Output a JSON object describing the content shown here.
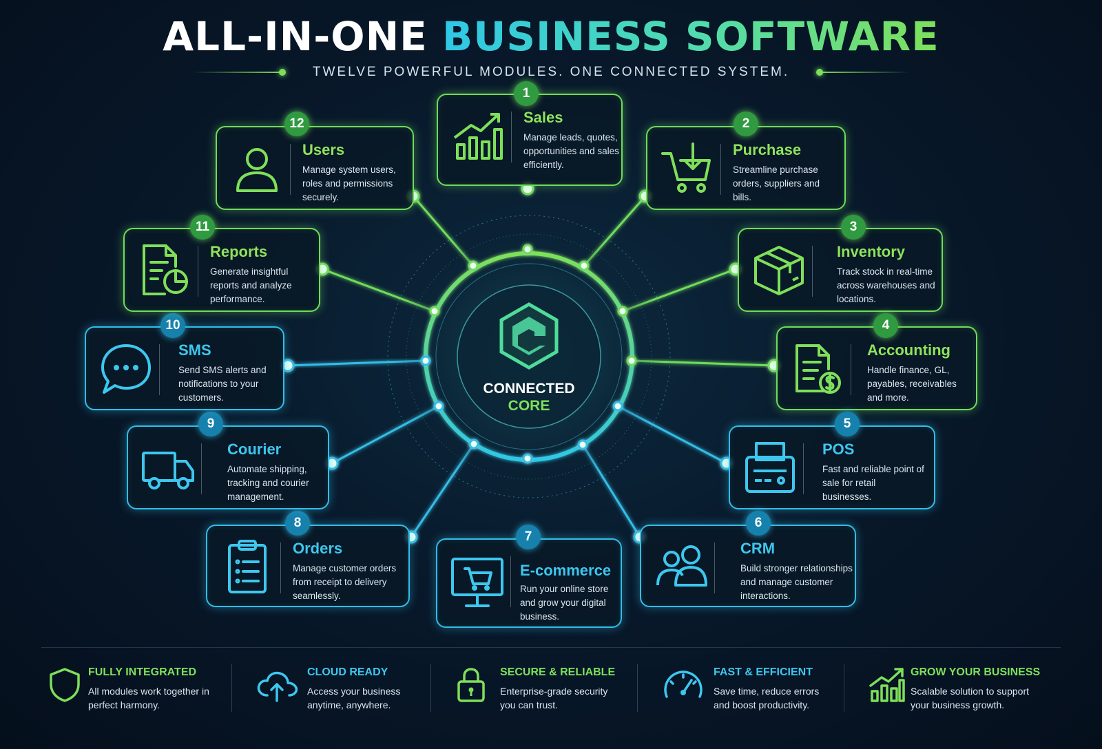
{
  "header": {
    "title_white": "ALL-IN-ONE",
    "title_gradient": "BUSINESS SOFTWARE",
    "subtitle": "TWELVE POWERFUL MODULES. ONE CONNECTED SYSTEM."
  },
  "core": {
    "line1": "CONNECTED",
    "line2": "CORE"
  },
  "modules": [
    {
      "num": "1",
      "name": "Sales",
      "desc": "Manage leads, quotes, opportunities and sales efficiently.",
      "icon": "chart-growth-icon",
      "color": "green"
    },
    {
      "num": "2",
      "name": "Purchase",
      "desc": "Streamline purchase orders, suppliers and bills.",
      "icon": "cart-download-icon",
      "color": "green"
    },
    {
      "num": "3",
      "name": "Inventory",
      "desc": "Track stock in real-time across warehouses and locations.",
      "icon": "box-icon",
      "color": "green"
    },
    {
      "num": "4",
      "name": "Accounting",
      "desc": "Handle finance, GL, payables, receivables and more.",
      "icon": "invoice-dollar-icon",
      "color": "green"
    },
    {
      "num": "5",
      "name": "POS",
      "desc": "Fast and reliable point of sale for retail businesses.",
      "icon": "pos-terminal-icon",
      "color": "cyan"
    },
    {
      "num": "6",
      "name": "CRM",
      "desc": "Build stronger relationships and manage customer interactions.",
      "icon": "users-group-icon",
      "color": "cyan"
    },
    {
      "num": "7",
      "name": "E-commerce",
      "desc": "Run your online store and grow your digital business.",
      "icon": "monitor-cart-icon",
      "color": "cyan"
    },
    {
      "num": "8",
      "name": "Orders",
      "desc": "Manage customer orders from receipt to delivery seamlessly.",
      "icon": "clipboard-list-icon",
      "color": "cyan"
    },
    {
      "num": "9",
      "name": "Courier",
      "desc": "Automate shipping, tracking and courier management.",
      "icon": "truck-icon",
      "color": "cyan"
    },
    {
      "num": "10",
      "name": "SMS",
      "desc": "Send SMS alerts and notifications to your customers.",
      "icon": "chat-bubble-icon",
      "color": "cyan"
    },
    {
      "num": "11",
      "name": "Reports",
      "desc": "Generate insightful reports and analyze performance.",
      "icon": "report-pie-icon",
      "color": "green"
    },
    {
      "num": "12",
      "name": "Users",
      "desc": "Manage system users, roles and permissions securely.",
      "icon": "user-icon",
      "color": "green"
    }
  ],
  "features": [
    {
      "title": "FULLY INTEGRATED",
      "desc": "All modules work together in perfect harmony.",
      "icon": "shield-icon",
      "color": "#7ee05a"
    },
    {
      "title": "CLOUD READY",
      "desc": "Access your business anytime, anywhere.",
      "icon": "cloud-upload-icon",
      "color": "#3dc7ef"
    },
    {
      "title": "SECURE & RELIABLE",
      "desc": "Enterprise-grade security you can trust.",
      "icon": "lock-icon",
      "color": "#7ee05a"
    },
    {
      "title": "FAST & EFFICIENT",
      "desc": "Save time, reduce errors and boost productivity.",
      "icon": "speedometer-icon",
      "color": "#3dc7ef"
    },
    {
      "title": "GROW YOUR BUSINESS",
      "desc": "Scalable solution to support your business growth.",
      "icon": "growth-chart-icon",
      "color": "#7ee05a"
    }
  ],
  "colors": {
    "green": "#6fdc5b",
    "teal": "#43d2c4",
    "cyan": "#34bde6",
    "background": "#08192b"
  }
}
